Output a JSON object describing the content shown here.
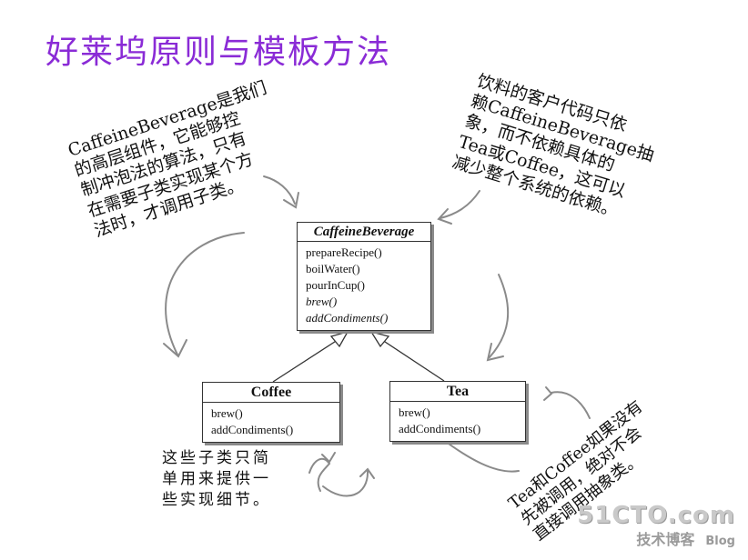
{
  "page": {
    "title": "好莱坞原则与模板方法",
    "title_color": "#8a2bd6"
  },
  "annotations": {
    "left": {
      "lines": [
        "CaffeineBeverage是我们",
        "的高层组件，它能够控",
        "制冲泡法的算法，只有",
        "在需要子类实现某个方",
        "法时，才调用子类。"
      ]
    },
    "right": {
      "lines": [
        "饮料的客户代码只依",
        "赖CaffeineBeverage抽",
        "象，而不依赖具体的",
        "Tea或Coffee，这可以",
        "减少整个系统的依赖。"
      ]
    },
    "bottom_left": {
      "lines": [
        "这些子类只简",
        "单用来提供一",
        "些实现细节。"
      ]
    },
    "bottom_right": {
      "lines": [
        "Tea和Coffee如果没有",
        "先被调用，绝对不会",
        "直接调用抽象类。"
      ]
    }
  },
  "classes": {
    "caffeine_beverage": {
      "name": "CaffeineBeverage",
      "methods": [
        "prepareRecipe()",
        "boilWater()",
        "pourInCup()",
        "brew()",
        "addCondiments()"
      ]
    },
    "coffee": {
      "name": "Coffee",
      "methods": [
        "brew()",
        "addCondiments()"
      ]
    },
    "tea": {
      "name": "Tea",
      "methods": [
        "brew()",
        "addCondiments()"
      ]
    }
  },
  "watermark": {
    "logo": "51CTO.com",
    "subtitle": "技术博客",
    "blog": "Blog"
  }
}
